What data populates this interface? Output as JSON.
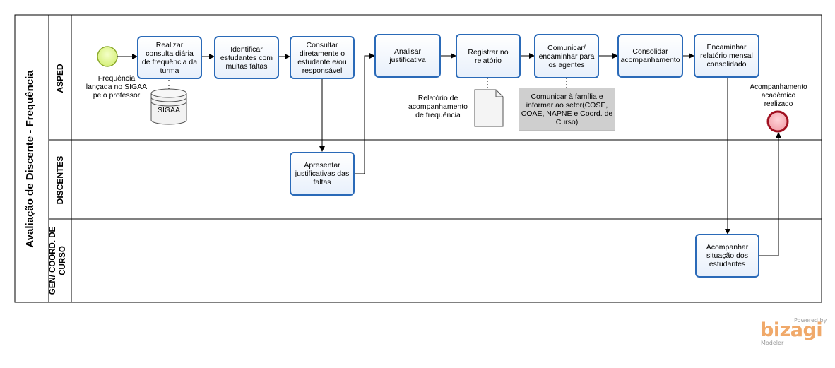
{
  "pool": {
    "title": "Avaliação de Discente - Frequência"
  },
  "lanes": [
    {
      "id": "asped",
      "label": "ASPED"
    },
    {
      "id": "discentes",
      "label": "DISCENTES"
    },
    {
      "id": "gen",
      "label": "GEN/ COORD. DE CURSO"
    }
  ],
  "events": {
    "start_label": "Frequência lançada no SIGAA pelo professor",
    "end_label": "Acompanhamento acadêmico realizado"
  },
  "datastore": {
    "label": "SIGAA"
  },
  "document": {
    "label": "Relatório de acompanhamento de frequência"
  },
  "tasks": {
    "realizar": "Realizar consulta diária de frequência da turma",
    "identificar": "Identificar estudantes com muitas faltas",
    "consultar": "Consultar diretamente o estudante e/ou responsável",
    "analisar": "Analisar justificativa",
    "registrar": "Registrar no relatório",
    "comunicar": "Comunicar/ encaminhar para os agentes",
    "consolidar": "Consolidar acompanhamento",
    "encaminhar": "Encaminhar relatório mensal consolidado",
    "apresentar": "Apresentar justificativas das faltas",
    "acompanhar": "Acompanhar situação dos estudantes"
  },
  "annotation": {
    "text": "Comunicar à família e informar ao setor(COSE, COAE, NAPNE e Coord. de Curso)"
  },
  "branding": {
    "powered": "Powered by",
    "brand": "bizagi",
    "product": "Modeler"
  }
}
